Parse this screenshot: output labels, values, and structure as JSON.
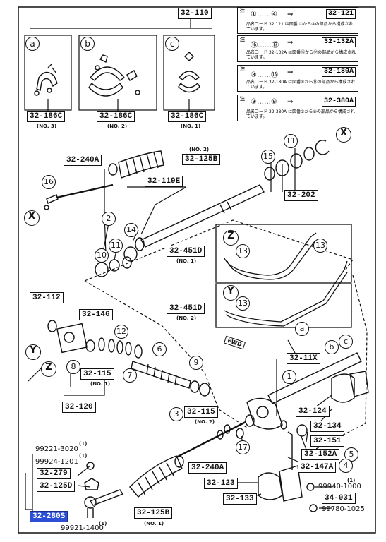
{
  "main_part": "32-110",
  "notes": [
    {
      "tag": "注",
      "range": "①……④",
      "arrow": "⇒",
      "part": "32-121",
      "text": "品名コード 32 121 は図番 ①から④の部品から構成されています。"
    },
    {
      "tag": "注",
      "range": "⑯……⑰",
      "arrow": "⇒",
      "part": "32-132A",
      "text": "品名コード 32-132A は図番⑯から⑰の部品から構成されています。"
    },
    {
      "tag": "注",
      "range": "⑧……⑮",
      "arrow": "⇒",
      "part": "32-180A",
      "text": "品名コード 32-180A は図番⑧から⑮の部品から構成されています。"
    },
    {
      "tag": "注",
      "range": "③……⑨",
      "arrow": "⇒",
      "part": "32-380A",
      "text": "品名コード 32-380A は図番③から⑨の部品から構成されています。"
    }
  ],
  "insets": [
    {
      "letter": "a",
      "part": "32-186C",
      "no": "(NO. 3)"
    },
    {
      "letter": "b",
      "part": "32-186C",
      "no": "(NO. 2)"
    },
    {
      "letter": "c",
      "part": "32-186C",
      "no": "(NO. 1)"
    }
  ],
  "part_labels": {
    "p240A_top": "32-240A",
    "p125B_top": "32-125B",
    "no2_top": "(NO. 2)",
    "p119E": "32-119E",
    "p202": "32-202",
    "p451D_1": "32-451D",
    "no1_451": "(NO. 1)",
    "p451D_2": "32-451D",
    "no2_451": "(NO. 2)",
    "p112": "32-112",
    "p146": "32-146",
    "p115_1": "32-115",
    "no1_115": "(NO. 1)",
    "p120": "32-120",
    "p11X": "32-11X",
    "p115_2": "32-115",
    "no2_115": "(NO. 2)",
    "p124": "32-124",
    "p134": "32-134",
    "p151": "32-151",
    "p152A": "32-152A",
    "p147A": "32-147A",
    "p240A_bot": "32-240A",
    "p123": "32-123",
    "p133": "32-133",
    "p125B_bot": "32-125B",
    "no1_bot": "(NO. 1)",
    "p279": "32-279",
    "p125D": "32-125D",
    "p280S": "32-280S",
    "bolt_99940": "99940-1000",
    "bolt_qty1": "(1)",
    "p031": "34-031",
    "bolt_99780": "99780-1025",
    "n99221": "99221-3020",
    "n99221_qty": "(1)",
    "n99924": "99924-1201",
    "n99924_qty": "(1)",
    "n99921": "99921-1400",
    "n99921_qty": "(1)"
  },
  "callouts": {
    "c1": "1",
    "c2": "2",
    "c3": "3",
    "c4": "4",
    "c5": "5",
    "c6": "6",
    "c7": "7",
    "c8": "8",
    "c9": "9",
    "c10": "10",
    "c11a": "11",
    "c11b": "11",
    "c12": "12",
    "c13a": "13",
    "c13b": "13",
    "c13c": "13",
    "c14": "14",
    "c15": "15",
    "c16": "16",
    "c17": "17",
    "X1": "X",
    "X2": "X",
    "Y1": "Y",
    "Y2": "Y",
    "Z1": "Z",
    "Z2": "Z",
    "a1": "a",
    "b1": "b",
    "c_1": "c",
    "FWD": "FWD"
  }
}
